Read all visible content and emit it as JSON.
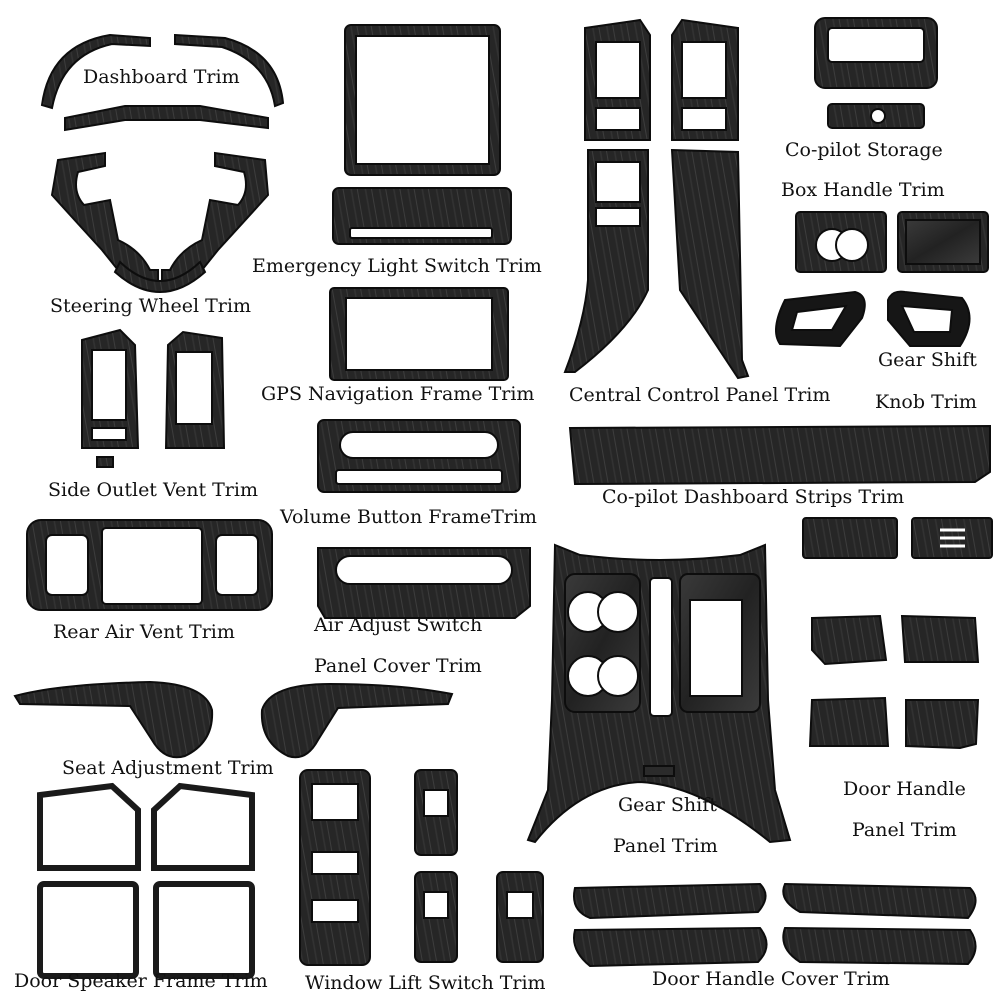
{
  "labels": {
    "dashboard": "Dashboard Trim",
    "steering": "Steering Wheel Trim",
    "side_vent": "Side Outlet Vent Trim",
    "rear_vent": "Rear Air Vent Trim",
    "seat_adjust": "Seat Adjustment Trim",
    "speaker": "Door Speaker Frame Trim",
    "emergency": "Emergency Light Switch Trim",
    "gps": "GPS Navigation Frame Trim",
    "volume": "Volume Button FrameTrim",
    "air_adjust_1": "Air Adjust Switch",
    "air_adjust_2": "Panel Cover Trim",
    "window_lift": "Window Lift Switch Trim",
    "central": "Central Control Panel Trim",
    "gear_panel_1": "Gear Shift",
    "gear_panel_2": "Panel Trim",
    "copilot_storage_1": "Co-pilot Storage",
    "copilot_storage_2": "Box Handle Trim",
    "gear_knob_1": "Gear Shift",
    "gear_knob_2": "Knob Trim",
    "copilot_strips": "Co-pilot Dashboard Strips Trim",
    "door_handle_panel_1": "Door Handle",
    "door_handle_panel_2": "Panel Trim",
    "door_handle_cover": "Door Handle Cover Trim"
  },
  "colors": {
    "background": "#ffffff",
    "trim": "#2b2b2b",
    "trim_edge": "#0d0d0d",
    "label": "#111111"
  }
}
